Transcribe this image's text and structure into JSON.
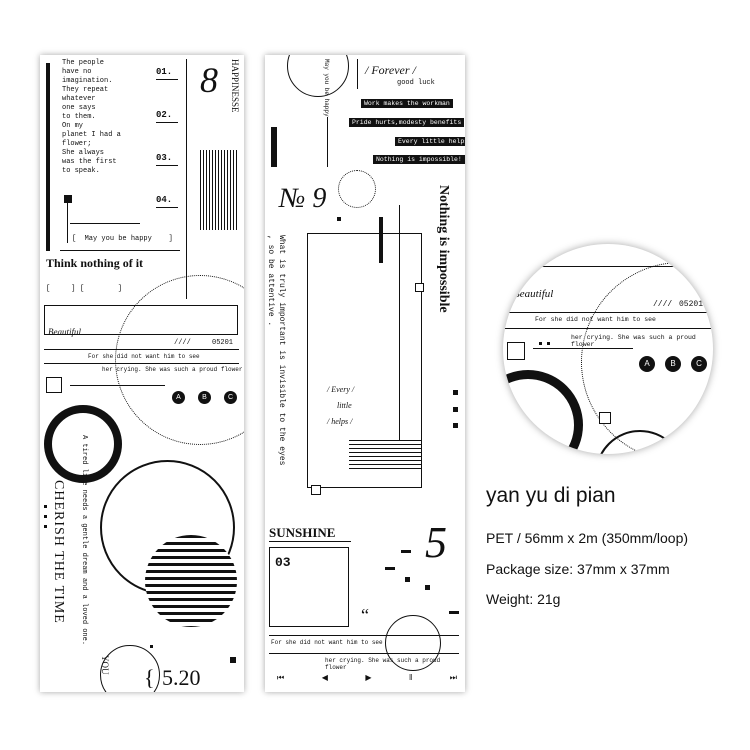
{
  "strip1": {
    "poem": [
      "The people",
      "have no",
      "imagination.",
      "They repeat",
      "whatever",
      "one says",
      "to them.",
      "On my",
      "planet I had a",
      "flower;",
      "She always",
      "was the first",
      "to speak."
    ],
    "numbers": [
      "01.",
      "02.",
      "03.",
      "04."
    ],
    "vertical_word": "HAPPINESSE",
    "big_number": "8",
    "happy_line": "May you be happy",
    "think_title": "Think nothing of it",
    "script": "Beautiful",
    "code": "05201",
    "slashes": "////",
    "line1": "For she did not want him to see",
    "line2": "her crying. She was such a proud flower",
    "abc": [
      "A",
      "B",
      "C"
    ],
    "vertical_quote": "A tired life needs a gentle dream and a loved one.",
    "cherish": "CHERISH THE TIME",
    "you": "YOU",
    "date": "5.20",
    "brace": "{",
    "bracket_left": "[",
    "bracket_right": "]"
  },
  "strip2": {
    "top_vertical": "May you be happy",
    "forever": "/ Forever /",
    "good_luck": "good luck",
    "labels": [
      "Work makes the workman",
      "Pride hurts,modesty benefits",
      "Every little helps",
      "Nothing is impossible!"
    ],
    "no9": "№ 9",
    "vertical_quote_a": "What is truly important is invisible to the eyes",
    "vertical_quote_b": ", so be attentive .",
    "big_vertical": "Nothing is impossible",
    "every": "/ Every /",
    "little": "little",
    "helps": "/ helps /",
    "sunshine": "SUNSHINE",
    "sunshine_num": "03",
    "five": "5",
    "quote_marks": "“",
    "line1": "For she did not want him to see",
    "line2": "her crying. She was such a proud flower",
    "player": [
      "⏮",
      "◀",
      "▶",
      "‖",
      "⏭"
    ]
  },
  "zoom": {
    "script": "Beautiful",
    "slashes": "////",
    "code": "05201",
    "line1": "For she did not want him to see",
    "line2": "her crying. She was such a proud flower",
    "abc": [
      "A",
      "B",
      "C"
    ]
  },
  "product": {
    "name": "yan yu di pian",
    "spec": "PET / 56mm x 2m (350mm/loop)",
    "package": "Package size: 37mm x 37mm",
    "weight": "Weight: 21g"
  }
}
